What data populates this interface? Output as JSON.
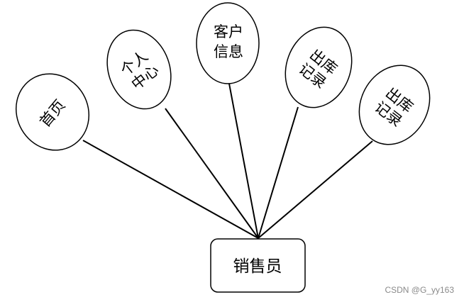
{
  "diagram": {
    "root": {
      "label": "销售员"
    },
    "nodes": [
      {
        "id": "home",
        "lines": [
          "首页"
        ]
      },
      {
        "id": "personal",
        "lines": [
          "个人",
          "中心"
        ]
      },
      {
        "id": "customer",
        "lines": [
          "客户",
          "信息"
        ]
      },
      {
        "id": "outbound1",
        "lines": [
          "出库",
          "记录"
        ]
      },
      {
        "id": "outbound2",
        "lines": [
          "出库",
          "记录"
        ]
      }
    ]
  },
  "watermark": {
    "text": "CSDN @G_yy163"
  },
  "colors": {
    "stroke": "#000000",
    "fill": "#ffffff",
    "watermark": "#8a8a8a"
  }
}
